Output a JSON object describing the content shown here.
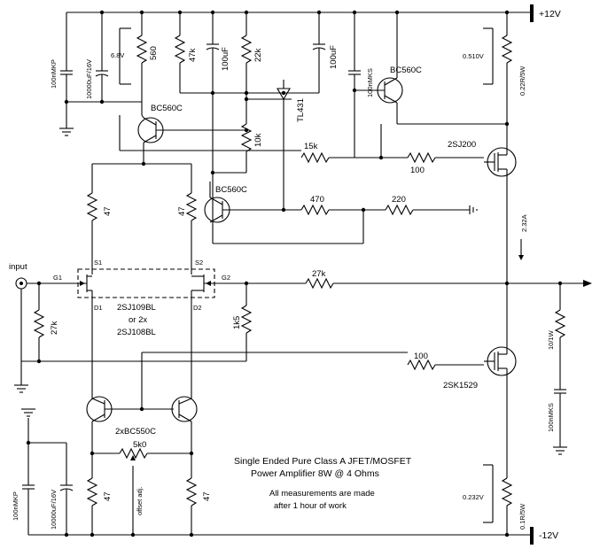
{
  "rails": {
    "positive": "+12V",
    "negative": "-12V"
  },
  "input": {
    "label": "input"
  },
  "capacitors": {
    "c_in_top_film": "100nMKP",
    "c_in_top_elec": "10000uF/16V",
    "c_mid_1": "100uF",
    "c_mid_2": "100uF",
    "c_top_right": "100nMKS",
    "c_out": "100nMKS",
    "c_bot_film": "100nMKP",
    "c_bot_elec": "10000uF/16V"
  },
  "resistors": {
    "r_560": "560",
    "r_47k": "47k",
    "r_22k": "22k",
    "r_10k": "10k",
    "r_15k": "15k",
    "r_100_top": "100",
    "r_470": "470",
    "r_220": "220",
    "r_47_left": "47",
    "r_47_right": "47",
    "r_27k_in": "27k",
    "r_27k_fb": "27k",
    "r_1k5": "1k5",
    "r_100_bot": "100",
    "r_5k0": "5k0",
    "r_47_bl": "47",
    "r_47_br": "47",
    "r_top_sense": "0.22R/5W",
    "r_bot_sense": "0.1R/5W",
    "r_zobel": "10/1W"
  },
  "semis": {
    "q_top_bc": "BC560C",
    "q_mid_bc": "BC560C",
    "q_left_bc": "BC560C",
    "tl431": "TL431",
    "mosfet_top": "2SJ200",
    "mosfet_bot": "2SK1529",
    "jfet_desc": [
      "2SJ109BL",
      "or 2x",
      "2SJ108BL"
    ],
    "bjt_pair": "2xBC550C",
    "pin_s1": "S1",
    "pin_s2": "S2",
    "pin_g1": "G1",
    "pin_g2": "G2",
    "pin_d1": "D1",
    "pin_d2": "D2"
  },
  "measurements": {
    "v_top_left": "6.8V",
    "v_top_right": "0.510V",
    "current": "2.32A",
    "v_bottom_right": "0.232V"
  },
  "labels": {
    "offset_adj": "offset adj."
  },
  "description": {
    "line1": "Single Ended Pure Class A JFET/MOSFET",
    "line2": "Power Amplifier 8W @ 4 Ohms",
    "line3": "All measurements are made",
    "line4": "after 1 hour of  work"
  }
}
